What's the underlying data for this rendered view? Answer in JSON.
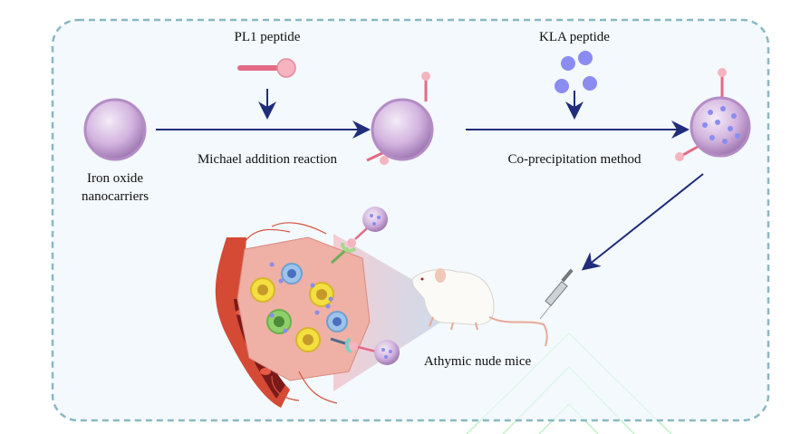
{
  "labels": {
    "pl1": "PL1 peptide",
    "kla": "KLA peptide",
    "iron_line1": "Iron oxide",
    "iron_line2": "nanocarriers",
    "michael": "Michael addition reaction",
    "coprecip": "Co-precipitation method",
    "mice": "Athymic nude mice"
  },
  "colors": {
    "arrow": "#1f2d7a",
    "frame": "#8ab8c2",
    "panel": "#eef7fb",
    "sphere": "#c9a6d6",
    "peptide": "#e46a86",
    "kla_dot": "#8a8cf0",
    "vessel": "#c9412f"
  },
  "icons": [
    "nanoparticle-sphere",
    "pl1-peptide",
    "kla-peptide-dots",
    "tumor-tissue",
    "blood-vessel",
    "mouse",
    "syringe"
  ]
}
